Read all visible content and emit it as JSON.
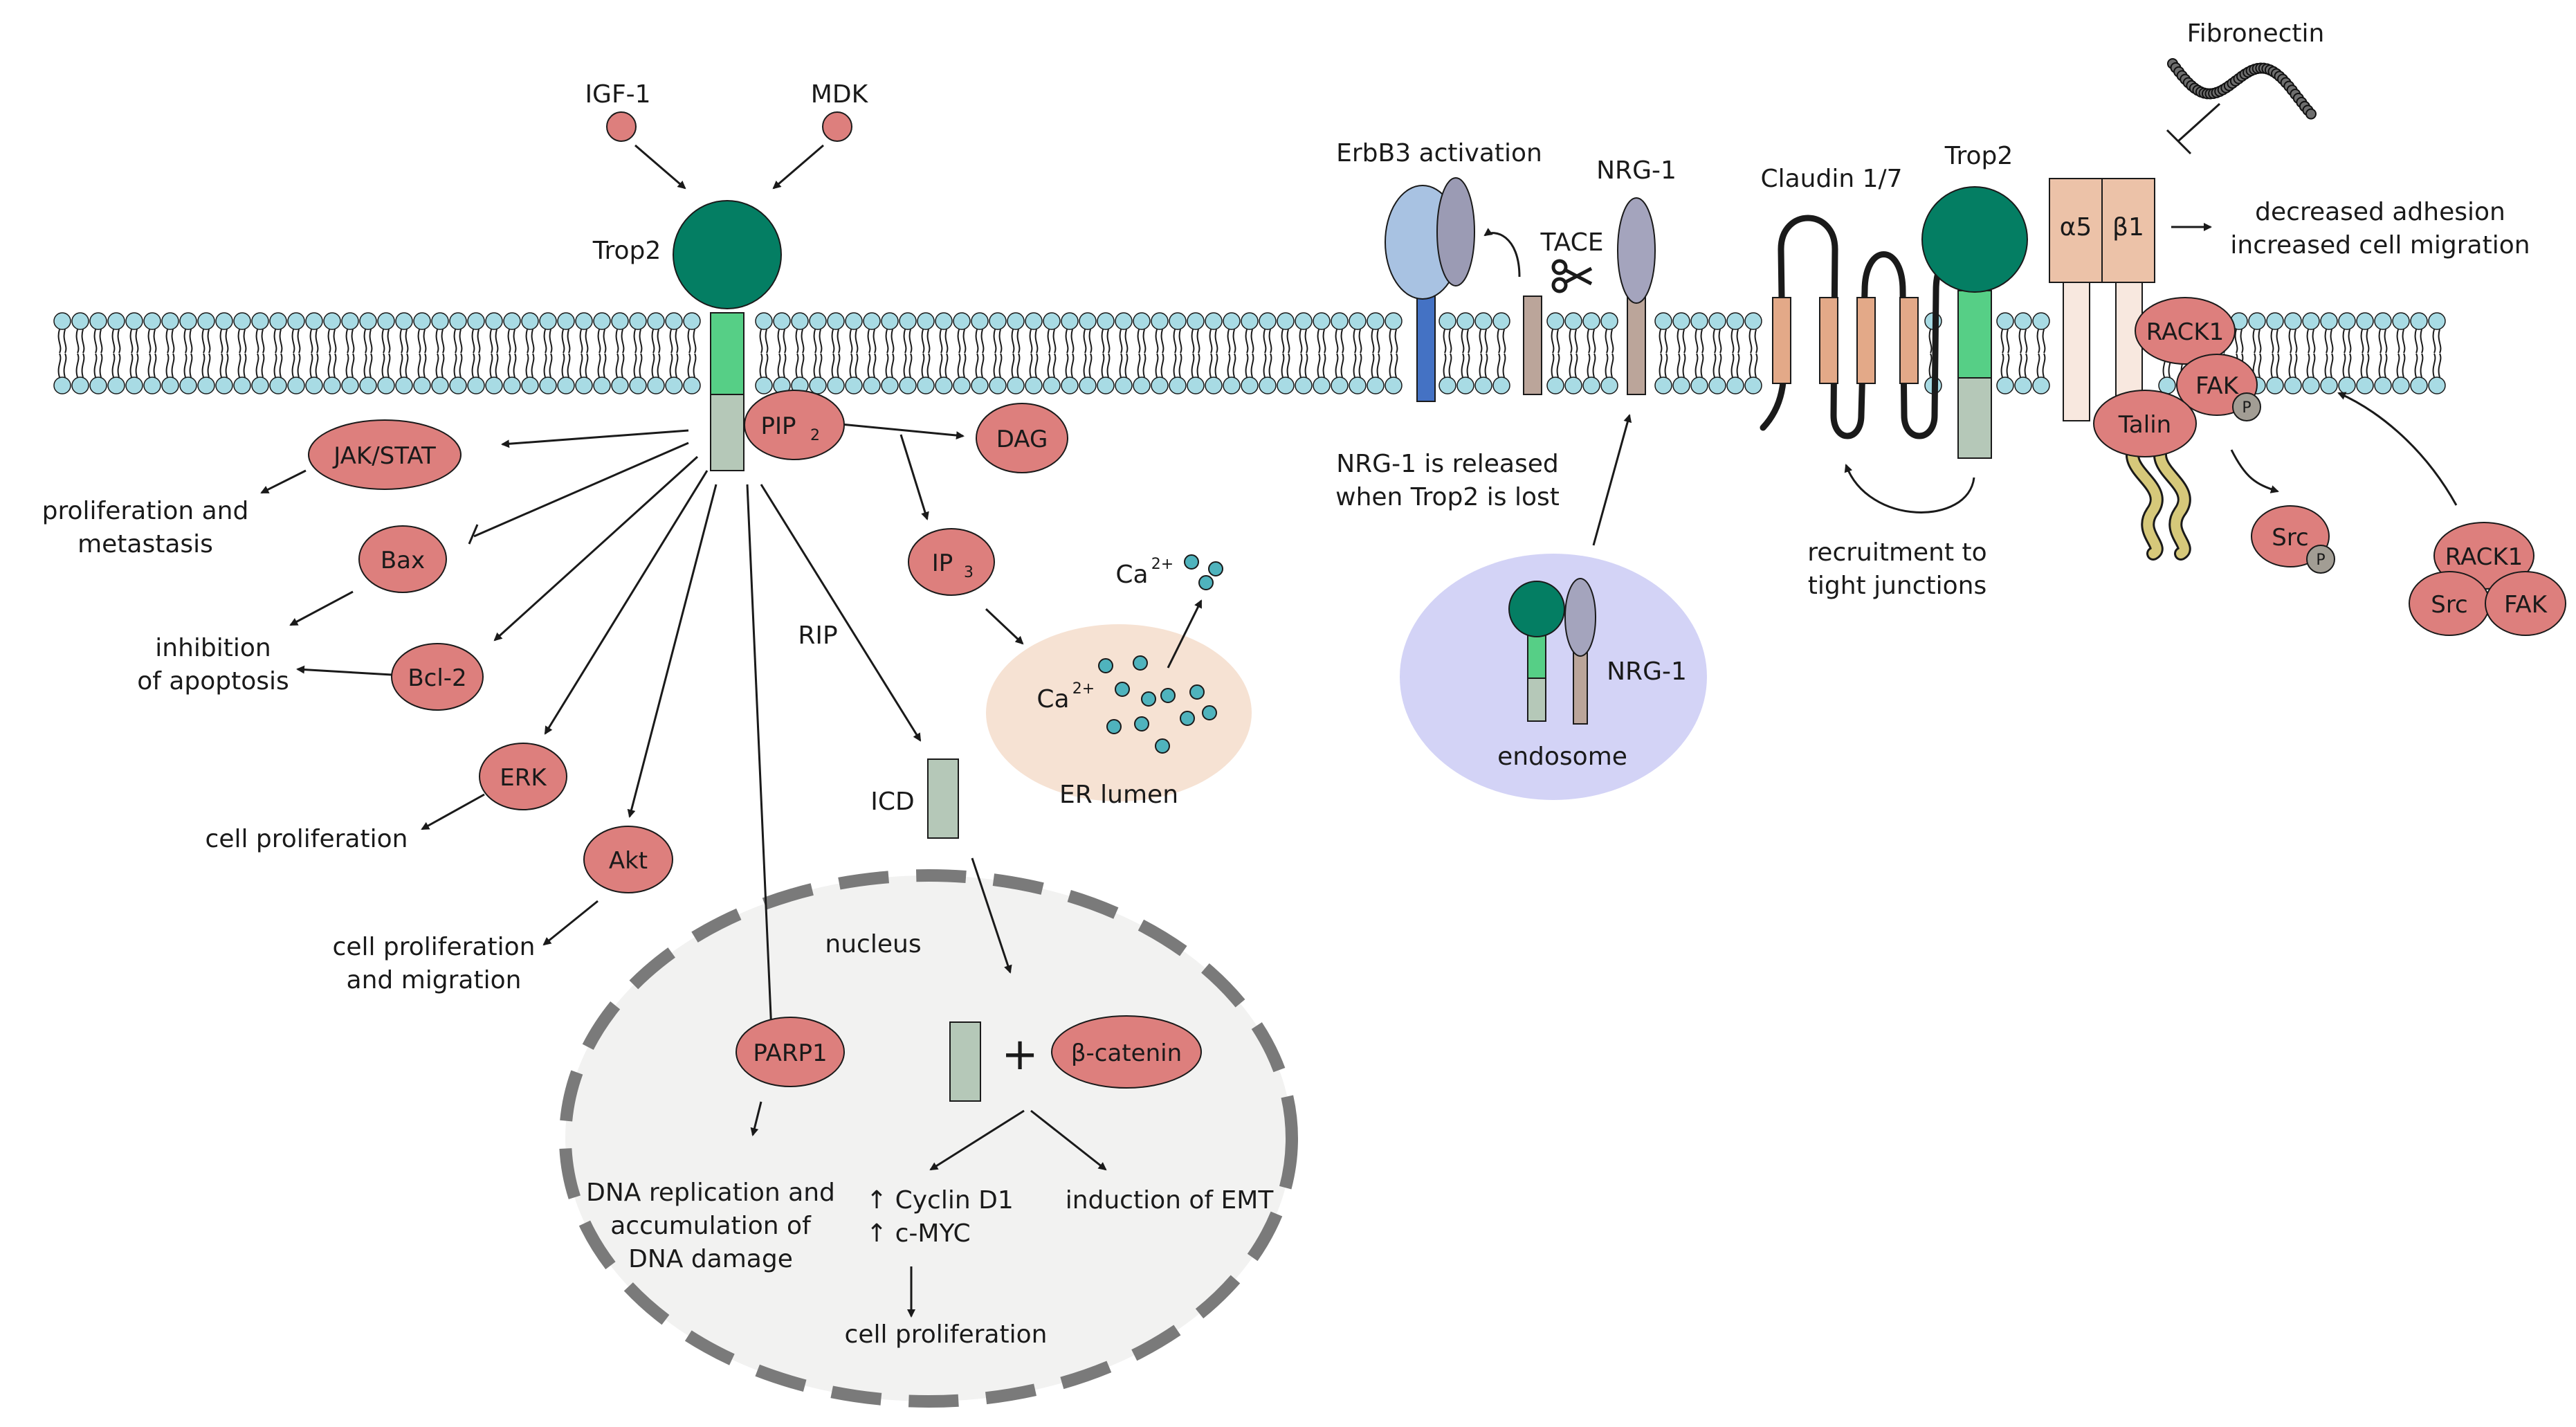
{
  "colors": {
    "trop2_head": "#047e63",
    "trop2_mid": "#56cf86",
    "trop2_tail": "#b5c8b8",
    "pill": "#dd7f7d",
    "lipid_head": "#a8dbe4",
    "erbb3_light": "#a8c2e2",
    "erbb3_dark": "#9b9bb4",
    "erbb3_stem": "#4472c4",
    "nrg_grey": "#a4a4bd",
    "tace_stem": "#bba59a",
    "claudin_box": "#e3a988",
    "integrin": "#ecc2a8",
    "integrin_light": "#f8e8df",
    "talin_ribbon": "#d6c87a",
    "phospho": "#a29d94",
    "er_lumen": "#f6e2d3",
    "endosome": "#d3d3f6",
    "nucleus": "#f2f2f1",
    "nucleus_border": "#7a7a7a",
    "ca_dot": "#4fb3bd"
  },
  "labels": {
    "igf1": "IGF-1",
    "mdk": "MDK",
    "trop2_left": "Trop2",
    "jak_stat": "JAK/STAT",
    "pip2": "PIP",
    "pip2_sub": "2",
    "dag": "DAG",
    "ip3": "IP",
    "ip3_sub": "3",
    "prolif_metastasis_1": "proliferation and",
    "prolif_metastasis_2": "metastasis",
    "bax": "Bax",
    "inhibition_1": "inhibition",
    "inhibition_2": "of apoptosis",
    "bcl2": "Bcl-2",
    "erk": "ERK",
    "cell_prolif_erk": "cell proliferation",
    "akt": "Akt",
    "cell_prolif_migr_1": "cell proliferation",
    "cell_prolif_migr_2": "and migration",
    "rip": "RIP",
    "icd": "ICD",
    "ca_out": "Ca",
    "ca_in": "Ca",
    "ca_sup": "2+",
    "er_lumen": "ER lumen",
    "nucleus": "nucleus",
    "parp1": "PARP1",
    "beta_catenin": "β-catenin",
    "plus": "+",
    "dna_1": "DNA replication and",
    "dna_2": "accumulation of",
    "dna_3": "DNA damage",
    "cyclin": "↑ Cyclin D1",
    "cmyc": "↑ c-MYC",
    "emt": "induction of EMT",
    "nucleus_prolif": "cell proliferation",
    "erbb3_activation": "ErbB3 activation",
    "nrg1_top": "NRG-1",
    "tace": "TACE",
    "nrg_released_1": "NRG-1 is released",
    "nrg_released_2": "when Trop2 is lost",
    "nrg1_endosome": "NRG-1",
    "endosome": "endosome",
    "claudin": "Claudin 1/7",
    "trop2_right": "Trop2",
    "recruitment_1": "recruitment to",
    "recruitment_2": "tight junctions",
    "fibronectin": "Fibronectin",
    "alpha5": "α5",
    "beta1": "β1",
    "decreased_1": "decreased adhesion",
    "decreased_2": "increased cell migration",
    "rack1": "RACK1",
    "fak": "FAK",
    "phospho": "P",
    "talin": "Talin",
    "src": "Src",
    "rack1_b": "RACK1",
    "src_b": "Src",
    "fak_b": "FAK"
  }
}
